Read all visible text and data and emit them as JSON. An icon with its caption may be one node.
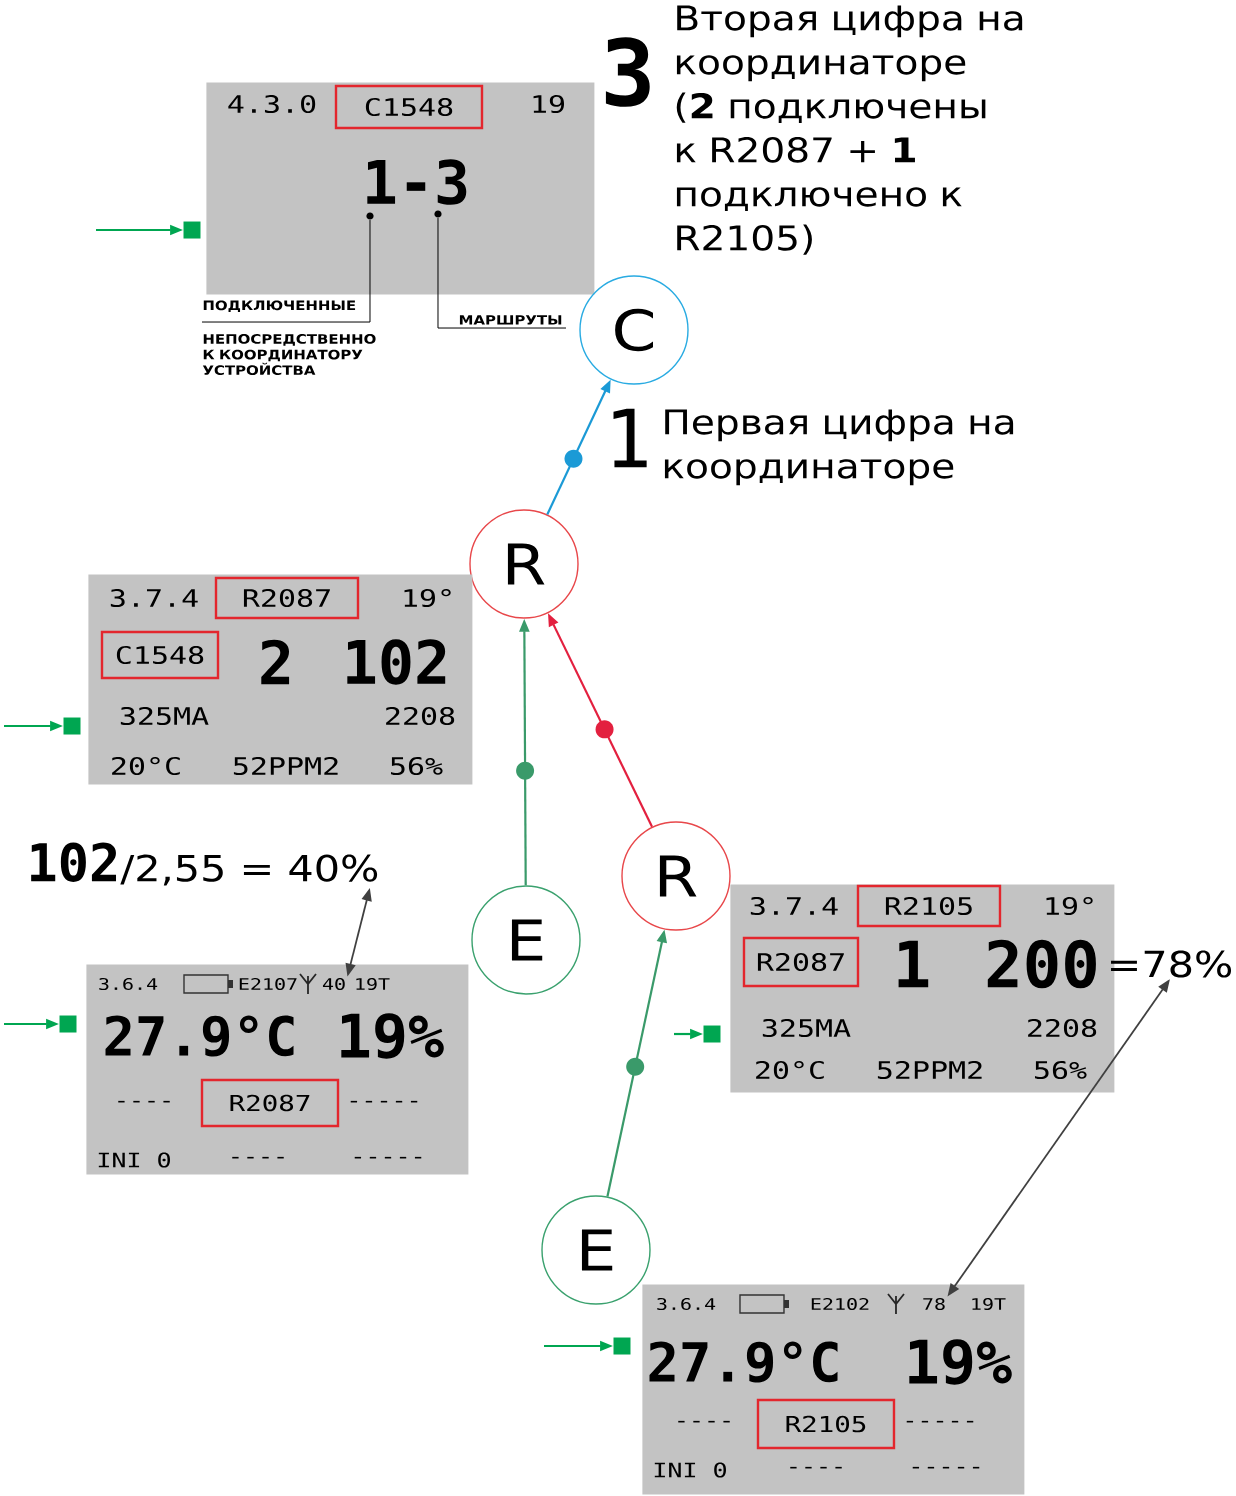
{
  "diagram": {
    "nodes": [
      {
        "text": [
          "4.3.0",
          "19",
          "1-3"
        ]
      },
      {
        "text": [
          "C1548"
        ],
        "in": 0
      },
      {
        "text": [],
        "shape": "box"
      },
      {
        "text": [
          "ПОДКЛЮЧЕННЫЕ",
          "НЕПОСРЕДСТВЕННО К КООРДИНАТОРУ УСТРОЙСТВА"
        ]
      },
      {
        "text": [
          "МАРШРУТЫ"
        ]
      },
      {
        "text": [
          "C"
        ]
      },
      {
        "text": [
          "R"
        ]
      },
      {
        "text": [
          "3.7.4",
          "19°",
          "2",
          "102",
          "325MA",
          "2208",
          "20°C",
          "52PPM2",
          "56%"
        ]
      },
      {
        "text": [
          "R2087"
        ],
        "in": 7
      },
      {
        "text": [
          "C1548"
        ],
        "in": 7
      },
      {
        "text": [],
        "shape": "box"
      },
      {
        "text": [
          "102",
          "/2,55 = 40%"
        ]
      },
      {
        "text": [
          "E"
        ]
      },
      {
        "text": [
          "R"
        ]
      },
      {
        "text": [
          "3.7.4",
          "19°",
          "1",
          "200",
          "325MA",
          "2208",
          "20°C",
          "52PPM2",
          "56%"
        ]
      },
      {
        "text": [
          "R2105"
        ],
        "in": 14
      },
      {
        "text": [
          "R2087"
        ],
        "in": 14
      },
      {
        "text": [
          "=78%"
        ]
      },
      {
        "text": [],
        "shape": "box"
      },
      {
        "text": [
          "3.6.4",
          "E2107",
          "19T",
          "27.9°C",
          "19%",
          "----",
          "-----",
          "INI 0",
          "----",
          "-----"
        ]
      },
      {
        "text": [
          "40"
        ],
        "in": 19
      },
      {
        "text": [
          "R2087"
        ],
        "in": 19
      },
      {
        "text": [],
        "shape": "box"
      },
      {
        "text": [
          "E"
        ]
      },
      {
        "text": [
          "3.6.4",
          "E2102",
          "19T",
          "27.9°C",
          "19%",
          "----",
          "-----",
          "INI 0",
          "----",
          "-----"
        ]
      },
      {
        "text": [
          "78"
        ],
        "in": 24
      },
      {
        "text": [
          "R2105"
        ],
        "in": 24
      },
      {
        "text": [],
        "shape": "box"
      },
      {
        "text": [],
        "shape": "circle",
        "in": 0
      },
      {
        "text": [],
        "shape": "circle",
        "in": 0
      }
    ],
    "edges": [
      {
        "from": 6,
        "to": 5,
        "arrow": "to",
        "color": "#1b9ad6"
      },
      {
        "from": 12,
        "to": 6,
        "arrow": "to",
        "color": "#3a9a6a"
      },
      {
        "from": 13,
        "to": 6,
        "arrow": "to",
        "color": "#e3203f"
      },
      {
        "from": 23,
        "to": 13,
        "arrow": "to",
        "color": "#3a9a6a"
      },
      {
        "from": 3,
        "to": 28,
        "arrow": "none",
        "color": "#000000"
      },
      {
        "from": 4,
        "to": 29,
        "arrow": "none",
        "color": "#000000"
      },
      {
        "from": 11,
        "to": 20,
        "arrow": "both",
        "color": "#404040"
      },
      {
        "from": 17,
        "to": 25,
        "arrow": "both",
        "color": "#404040"
      },
      {
        "from": null,
        "to": 2,
        "arrow": "to",
        "color": "#00a651"
      },
      {
        "from": null,
        "to": 10,
        "arrow": "to",
        "color": "#00a651"
      },
      {
        "from": null,
        "to": 18,
        "arrow": "to",
        "color": "#00a651"
      },
      {
        "from": null,
        "to": 22,
        "arrow": "to",
        "color": "#00a651"
      },
      {
        "from": null,
        "to": 27,
        "arrow": "to",
        "color": "#00a651"
      }
    ],
    "labels": [
      "3",
      "Вторая цифра на координаторе (**2** подключены к R2087 + **1** подключено к R2105)",
      "1",
      "Первая цифра на координаторе"
    ]
  }
}
